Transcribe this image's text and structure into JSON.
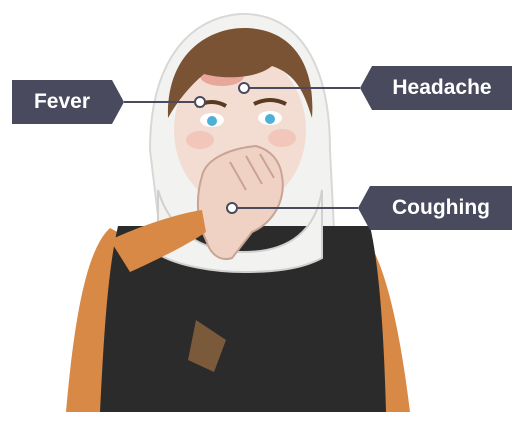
{
  "labels": {
    "fever": "Fever",
    "headache": "Headache",
    "coughing": "Coughing"
  },
  "colors": {
    "label_background": "#4a4a5e",
    "label_text": "#ffffff",
    "connector": "#4a4a5e",
    "shawl": "#f2f2f0",
    "hair": "#7a5234",
    "skin": "#f3ddd3",
    "fever_flush": "#e8a79b",
    "vest": "#2b2b2b",
    "sleeve": "#d78945",
    "eyes": "#4fb0d6"
  }
}
